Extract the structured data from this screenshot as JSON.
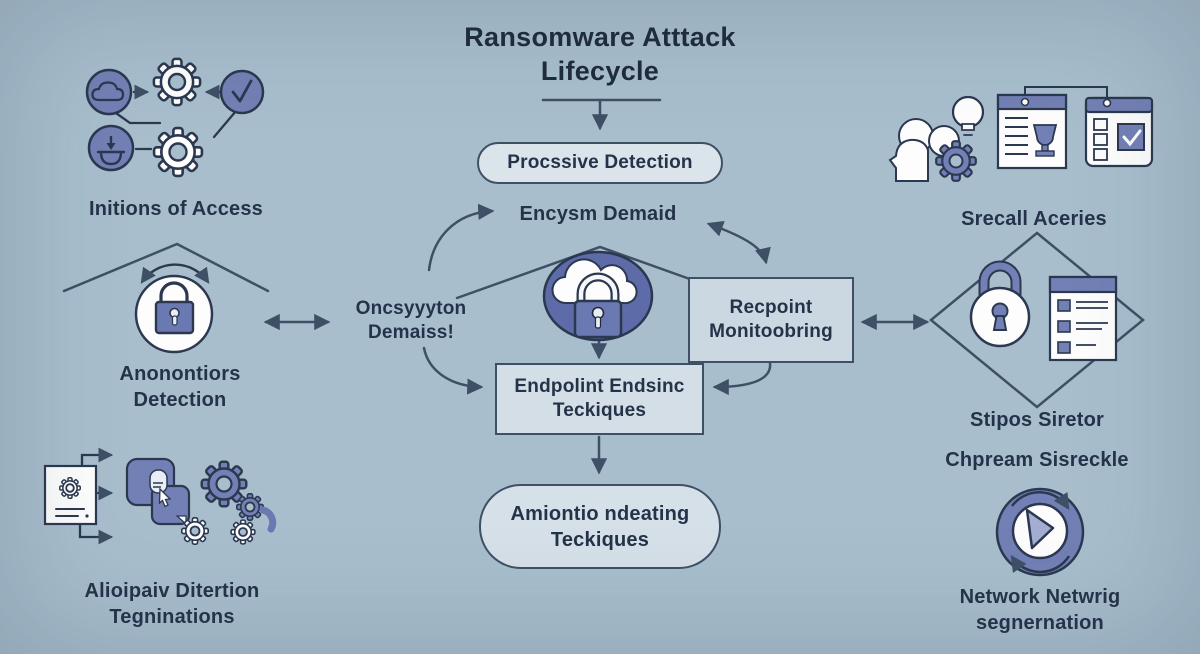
{
  "title": {
    "line1": "Ransomware Atttack",
    "line2": "Lifecycle"
  },
  "center": {
    "procssive": "Procssive Detection",
    "encysm": "Encysm Demaid",
    "oncsyyyton": {
      "line1": "Oncsyyyton",
      "line2": "Demaiss!"
    },
    "recpoint": {
      "line1": "Recpoint",
      "line2": "Monitoobring"
    },
    "endpolint": {
      "line1": "Endpolint Endsinc",
      "line2": "Teckiques"
    },
    "amiontio": {
      "line1": "Amiontio ndeating",
      "line2": "Teckiques"
    }
  },
  "left_column": {
    "initions": "Initions of Access",
    "anonontiors": {
      "line1": "Anonontiors",
      "line2": "Detection"
    },
    "alioipaiv": {
      "line1": "Alioipaiv Ditertion",
      "line2": "Tegninations"
    }
  },
  "right_column": {
    "srecall": "Srecall Aceries",
    "stipos": "Stipos Siretor",
    "chpream": "Chpream Sisreckle",
    "network": {
      "line1": "Network Netwrig",
      "line2": "segnernation"
    }
  },
  "icons": {
    "top_left": [
      "cloud-icon",
      "gear-icon",
      "checkmark-icon",
      "download-basket-icon",
      "gear-icon"
    ],
    "left_house": [
      "roof-icon",
      "rotate-arrows-icon",
      "padlock-icon"
    ],
    "bottom_left": [
      "document-gear-icon",
      "app-window-cursor-icon",
      "gear-icon",
      "gear-icon",
      "gear-fragment-icon"
    ],
    "center": [
      "roof-icon",
      "cloud-padlock-icon"
    ],
    "top_right": [
      "head-idea-icon",
      "lightbulb-icon",
      "gear-icon",
      "report-panel-icon",
      "checklist-panel-icon"
    ],
    "right_diamond": [
      "diamond-outline-icon",
      "padlock-icon",
      "checklist-card-icon"
    ],
    "bottom_right": [
      "cycle-arrows-icon",
      "play-triangle-icon"
    ]
  },
  "colors": {
    "background": "#a8becd",
    "icon_blue": "#7380b5",
    "ellipse_blue": "#5d6ba9",
    "outline_dark": "#2b3850",
    "arrow": "#3e5065",
    "box_fill": "#ccd8e1",
    "pill_fill": "#dbe4ea",
    "text": "#25334a",
    "white": "#fdfdfd"
  }
}
